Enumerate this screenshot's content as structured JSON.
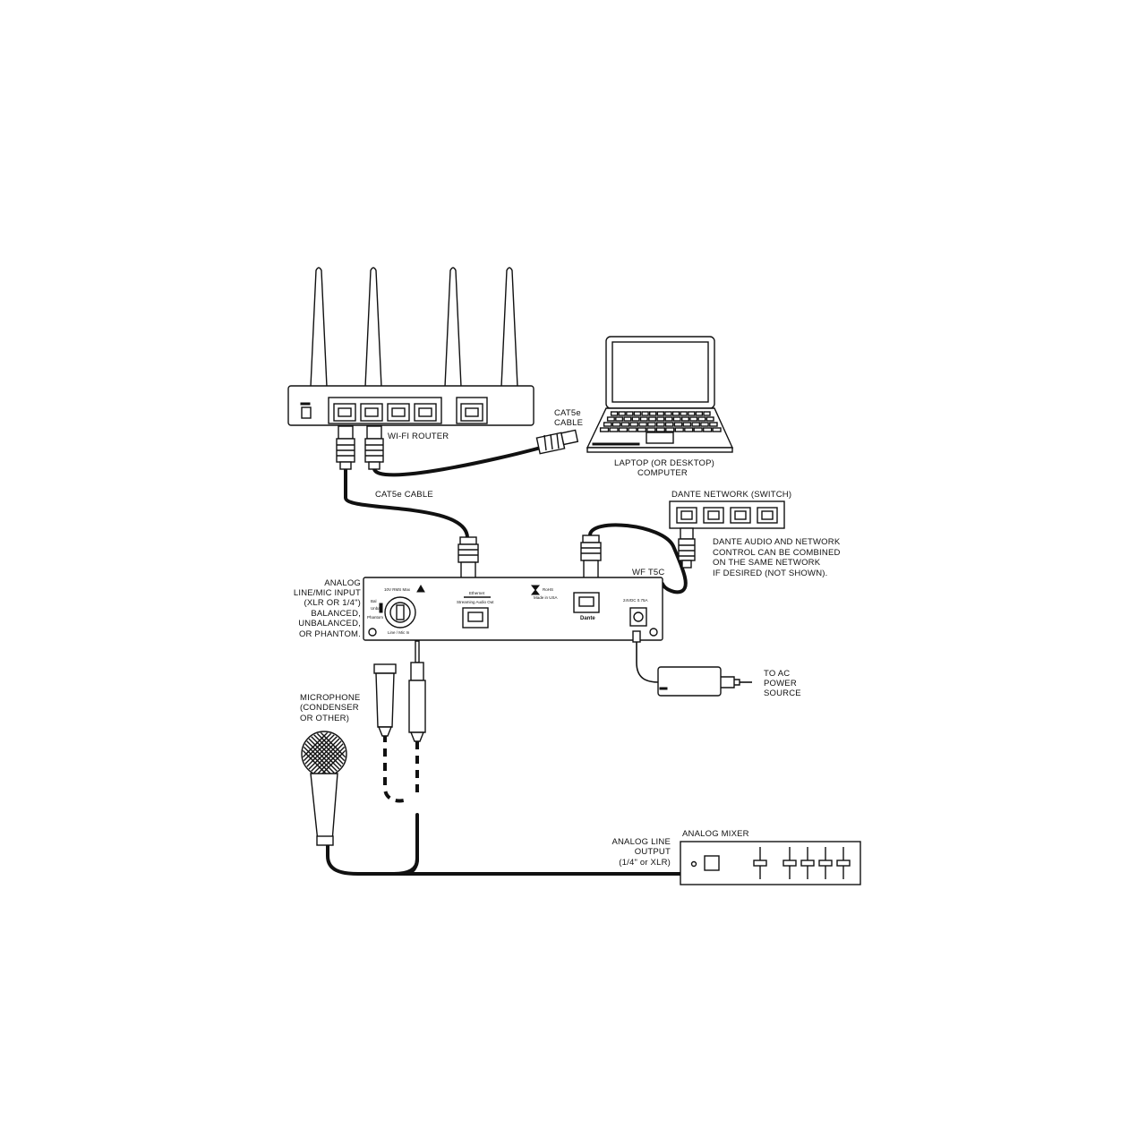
{
  "labels": {
    "wifi_router": "WI-FI ROUTER",
    "cat5e_cable_top": [
      "CAT5e",
      "CABLE"
    ],
    "laptop": [
      "LAPTOP (OR DESKTOP)",
      "COMPUTER"
    ],
    "cat5e_cable": "CAT5e CABLE",
    "dante_network": "DANTE NETWORK (SWITCH)",
    "dante_note": [
      "DANTE AUDIO AND NETWORK",
      "CONTROL CAN BE COMBINED",
      "ON THE SAME NETWORK",
      "IF DESIRED (NOT SHOWN)."
    ],
    "device_model": "WF T5C",
    "analog_input": [
      "ANALOG",
      "LINE/MIC INPUT",
      "(XLR OR 1/4\")",
      "BALANCED,",
      "UNBALANCED,",
      "OR PHANTOM."
    ],
    "ac_power": [
      "TO AC",
      "POWER",
      "SOURCE"
    ],
    "microphone": [
      "MICROPHONE",
      "(CONDENSER",
      "OR OTHER)"
    ],
    "analog_line_output": [
      "ANALOG LINE",
      "OUTPUT",
      "(1/4\" or XLR)"
    ],
    "analog_mixer": "ANALOG MIXER"
  },
  "device_panel": {
    "input_header": "10V RMS Max",
    "switch_top": "Bal",
    "switch_mid": "Unbal",
    "switch_bot": "Phantom",
    "jack_label": "Line / Mic In",
    "ethernet_title": "Ethernet",
    "ethernet_sub": "Streaming Audio Out",
    "rohs": "RoHS",
    "made_in": "Made in USA",
    "dante_logo": "Dante",
    "power_rating": "24VDC 0.75A"
  }
}
